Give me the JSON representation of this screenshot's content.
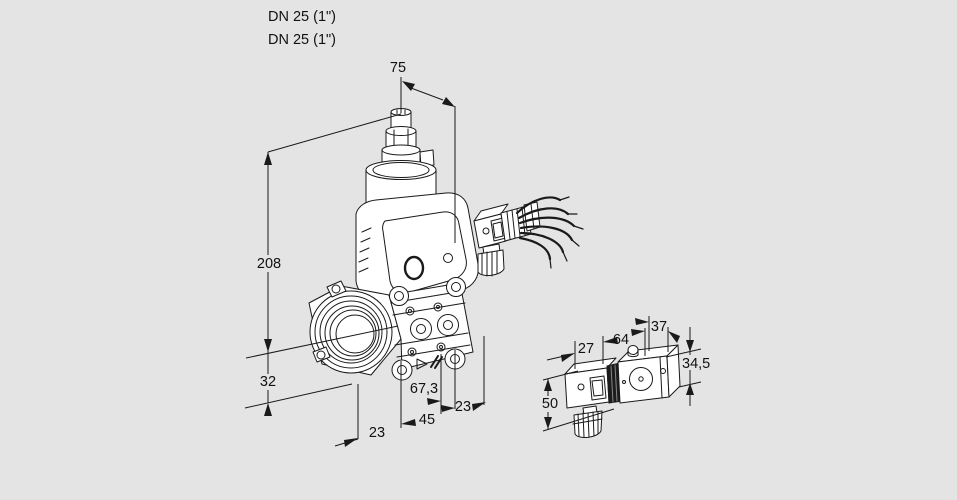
{
  "canvas": {
    "background_color": "#e4e4e4",
    "line_color": "#1a1a1a",
    "description": "Isometric technical line drawing of a gas solenoid valve with dimension annotations and a small side view of the solenoid connector block"
  },
  "annotations": {
    "nominal_size_line1": "DN 25 (1\")",
    "nominal_size_line2": "DN 25 (1\")"
  },
  "main_view": {
    "dimensions": {
      "top_width": "75",
      "overall_height": "208",
      "axis_to_bottom": "32",
      "body_length": "67,3",
      "left_offset": "23",
      "center_span": "45",
      "right_offset": "23"
    }
  },
  "side_view": {
    "dimensions": {
      "top_depth": "37",
      "body_depth": "64",
      "connector_width": "27",
      "body_height": "34,5",
      "assembly_height": "50"
    }
  }
}
